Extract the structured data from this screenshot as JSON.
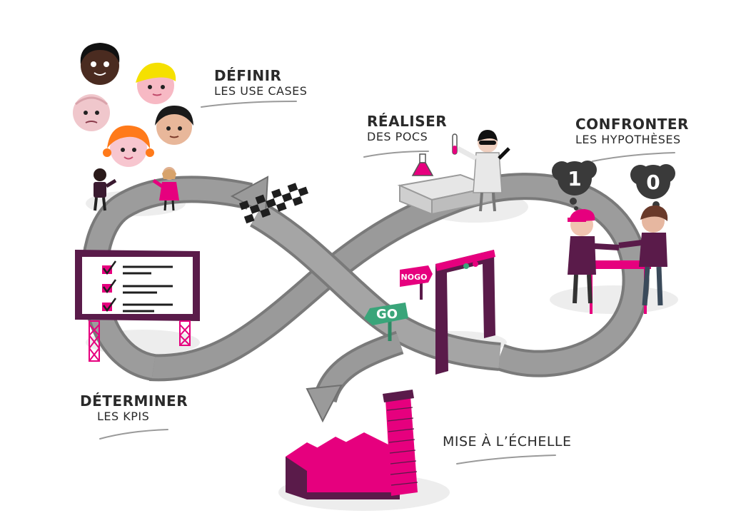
{
  "labels": {
    "definir": {
      "line1": "DÉFINIR",
      "line2": "LES USE CASES"
    },
    "realiser": {
      "line1": "RÉALISER",
      "line2": "DES POCS"
    },
    "confronter": {
      "line1": "CONFRONTER",
      "line2": "LES HYPOTHÈSES"
    },
    "determiner": {
      "line1": "DÉTERMINER",
      "line2": "LES KPIS"
    },
    "mise_echelle": {
      "line1": "MISE À L’ÉCHELLE"
    }
  },
  "signs": {
    "go": "GO",
    "nogo": "NOGO"
  },
  "thought_bubbles": {
    "left": "1",
    "right": "0"
  },
  "colors": {
    "magenta": "#e6007e",
    "plum": "#5a1b4a",
    "road": "#8f8f8f",
    "road_dark": "#6f6f6f",
    "shadow": "#ececec",
    "ink": "#2a2a2a",
    "go_green": "#3aa57a"
  },
  "icons": [
    "checkered-flag-icon",
    "checkbox-icon",
    "factory-icon",
    "chimney-icon",
    "lab-flask-icon",
    "test-tube-icon",
    "gate-icon",
    "thought-bubble-icon"
  ]
}
